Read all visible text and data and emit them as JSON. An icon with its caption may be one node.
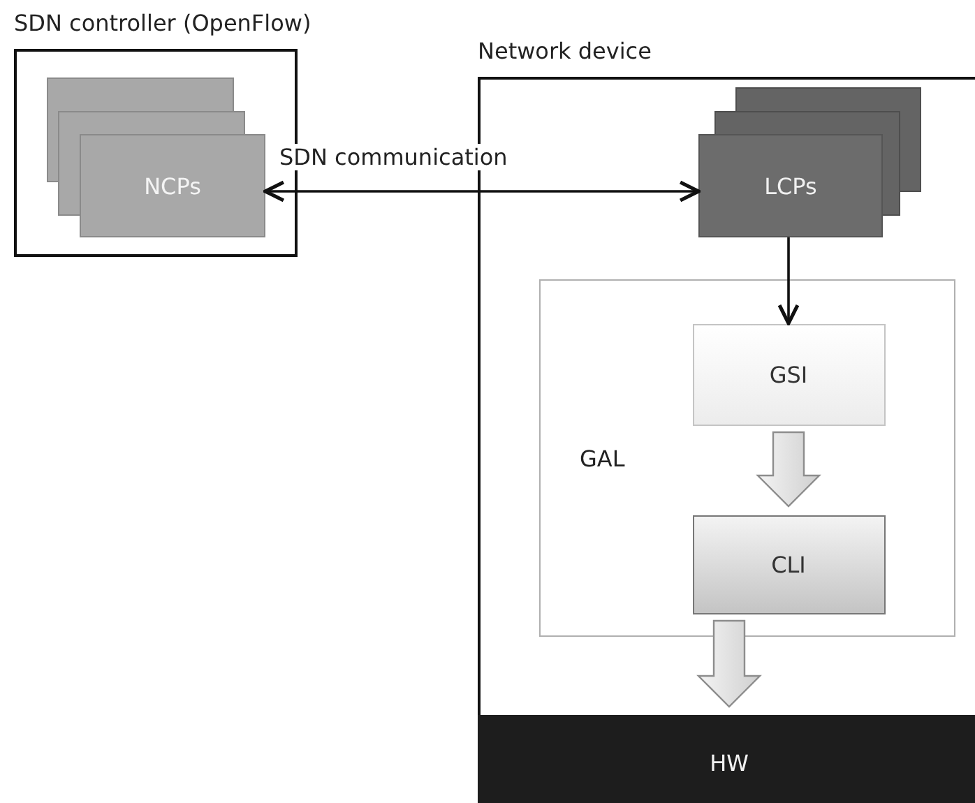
{
  "diagram": {
    "nodes": [
      {
        "text": [
          "SDN controller (OpenFlow)"
        ]
      },
      {
        "text": [
          "NCPs"
        ],
        "in": 0
      },
      {
        "text": [
          "Network device"
        ]
      },
      {
        "text": [
          "LCPs"
        ],
        "in": 2
      },
      {
        "text": [
          "GAL"
        ],
        "in": 2
      },
      {
        "text": [
          "GSI"
        ],
        "in": 4
      },
      {
        "text": [
          "CLI"
        ],
        "in": 4
      },
      {
        "text": [
          "HW"
        ],
        "in": 2
      }
    ],
    "edges": [
      {
        "from": 1,
        "to": 3,
        "arrow": "both",
        "label": "SDN communication"
      },
      {
        "from": 3,
        "to": 5,
        "arrow": "to"
      },
      {
        "from": 5,
        "to": 6,
        "arrow": "to",
        "style": "thick"
      },
      {
        "from": 6,
        "to": 7,
        "arrow": "to",
        "style": "thick"
      }
    ]
  }
}
